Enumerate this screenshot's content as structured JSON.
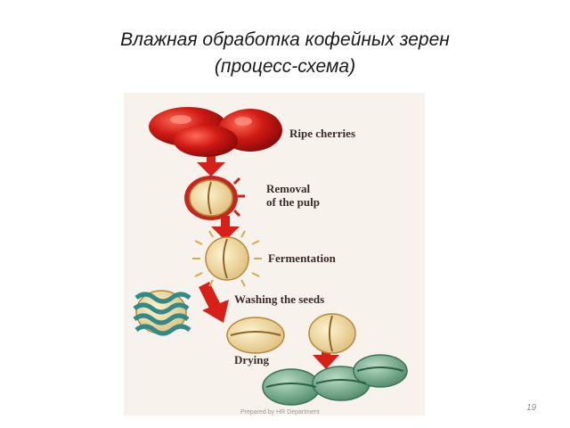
{
  "title": {
    "line1": "Влажная обработка кофейных зерен",
    "line2": "(процесс-схема)"
  },
  "diagram": {
    "steps": [
      {
        "label": "Ripe cherries",
        "icon": "cherry-icon"
      },
      {
        "label": "Removal",
        "label2": "of the pulp",
        "icon": "pulped-bean-icon"
      },
      {
        "label": "Fermentation",
        "icon": "fermenting-bean-icon"
      },
      {
        "label": "Washing the seeds",
        "icon": "washing-bean-icon"
      },
      {
        "label": "Drying",
        "icon": "dried-green-bean-icon"
      }
    ],
    "colors": {
      "cherry": "#d01a14",
      "arrow": "#d8201a",
      "bean": "#efd9a0",
      "green_bean": "#7fae90",
      "water": "#2f8a88"
    }
  },
  "footer": {
    "text": "Prepared by HR Department",
    "page_number": "19"
  }
}
